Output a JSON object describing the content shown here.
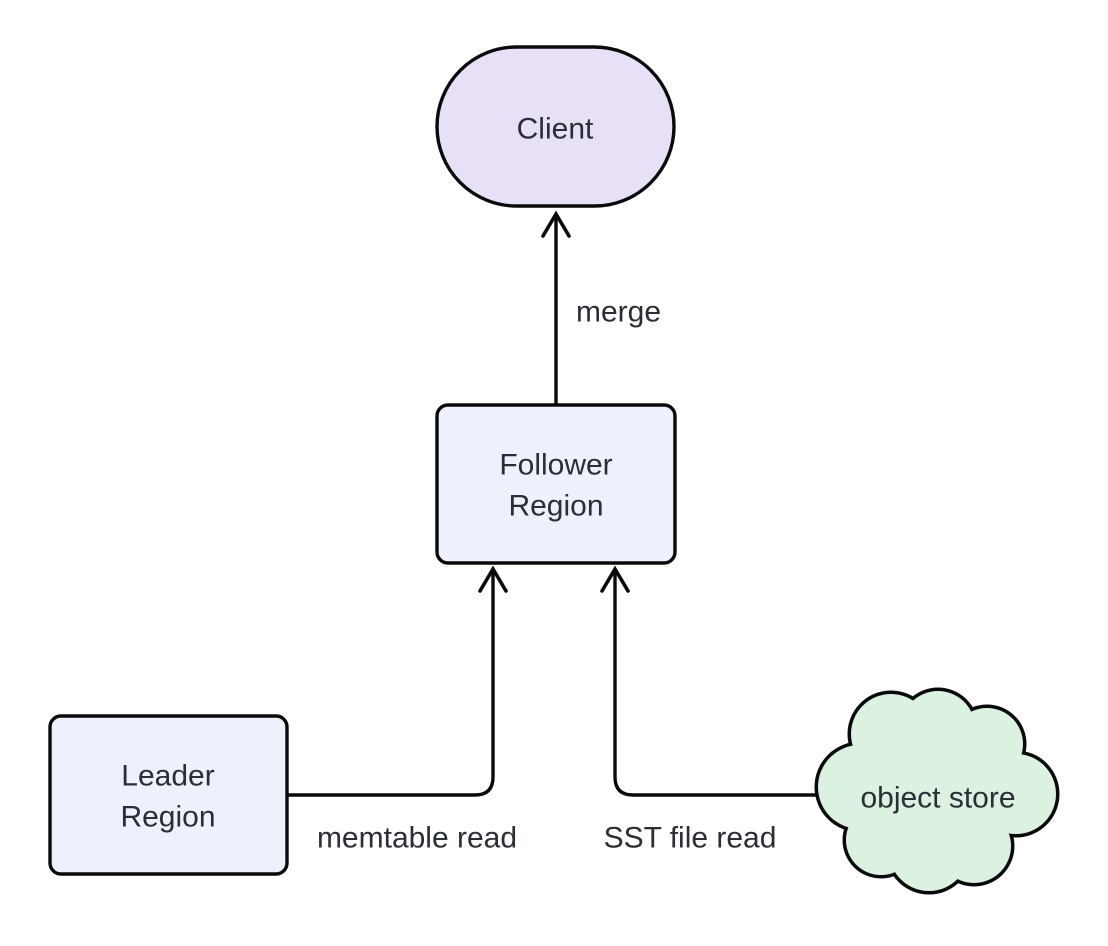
{
  "palette": {
    "background": "#ffffff",
    "stroke": "#0a0a0a",
    "text": "#2a2f36",
    "client_fill": "#e7e0f7",
    "region_fill": "#edf1fb",
    "cloud_fill": "#dbf2e0"
  },
  "nodes": {
    "client": {
      "label": "Client",
      "shape": "stadium"
    },
    "follower_region": {
      "line1": "Follower",
      "line2": "Region",
      "shape": "rounded-rect"
    },
    "leader_region": {
      "line1": "Leader",
      "line2": "Region",
      "shape": "rounded-rect"
    },
    "object_store": {
      "label": "object store",
      "shape": "cloud"
    }
  },
  "edges": {
    "merge": {
      "label": "merge",
      "from": "Follower Region",
      "to": "Client"
    },
    "memtable_read": {
      "label": "memtable read",
      "from": "Leader Region",
      "to": "Follower Region"
    },
    "sst_file_read": {
      "label": "SST file read",
      "from": "object store",
      "to": "Follower Region"
    }
  }
}
